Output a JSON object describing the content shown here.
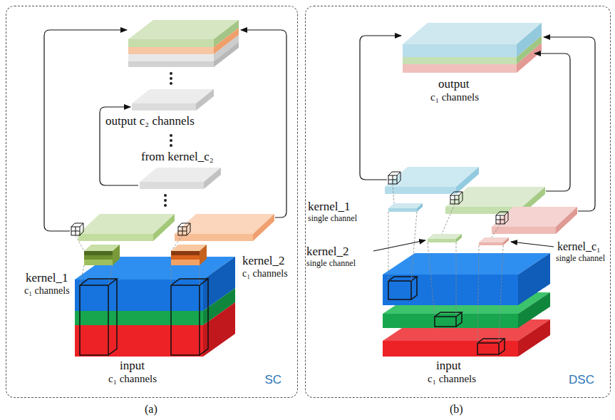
{
  "diagram": {
    "nodes": [
      {
        "text": [
          "SC"
        ]
      },
      {
        "text": [
          "DSC"
        ]
      }
    ],
    "labels": [
      "output c₂ channels",
      "from kernel_c₂",
      "kernel_1",
      "c₁ channels",
      "kernel_2",
      "c₁ channels",
      "input",
      "c₁ channels",
      "(a)",
      "output",
      "c₁ channels",
      "kernel_1",
      "single channel",
      "kernel_2",
      "single channel",
      "kernel_c₁",
      "single channel",
      "input",
      "c₁ channels",
      "(b)"
    ]
  }
}
